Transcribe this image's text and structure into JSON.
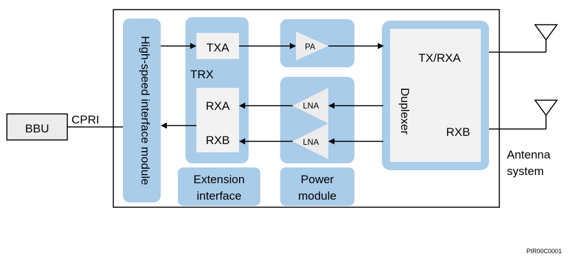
{
  "labels": {
    "bbu": "BBU",
    "cpri": "CPRI",
    "high_speed_interface": "High-speed interface module",
    "txa": "TXA",
    "trx": "TRX",
    "rxa": "RXA",
    "rxb_trx": "RXB",
    "extension_interface_line1": "Extension",
    "extension_interface_line2": "interface",
    "pa": "PA",
    "lna_a": "LNA",
    "lna_b": "LNA",
    "power_module_line1": "Power",
    "power_module_line2": "module",
    "tx_rxa": "TX/RXA",
    "duplexer": "Duplexer",
    "rxb_duplexer": "RXB",
    "antenna_line1": "Antenna",
    "antenna_line2": "system",
    "figure_id": "PIR00C0001"
  },
  "colors": {
    "module_fill": "#a9cce9",
    "inner_fill": "#f2f2f2",
    "line": "#000000"
  }
}
